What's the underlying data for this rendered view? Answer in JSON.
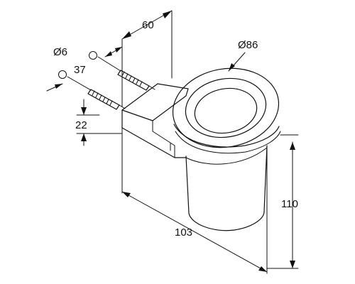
{
  "dimensions": {
    "screw_diameter": "Ø6",
    "screw_length": "37",
    "holder_depth_top": "60",
    "cup_diameter": "Ø86",
    "screw_spacing": "22",
    "overall_height": "110",
    "overall_depth": "103"
  },
  "colors": {
    "line": "#111111",
    "background": "#ffffff"
  }
}
